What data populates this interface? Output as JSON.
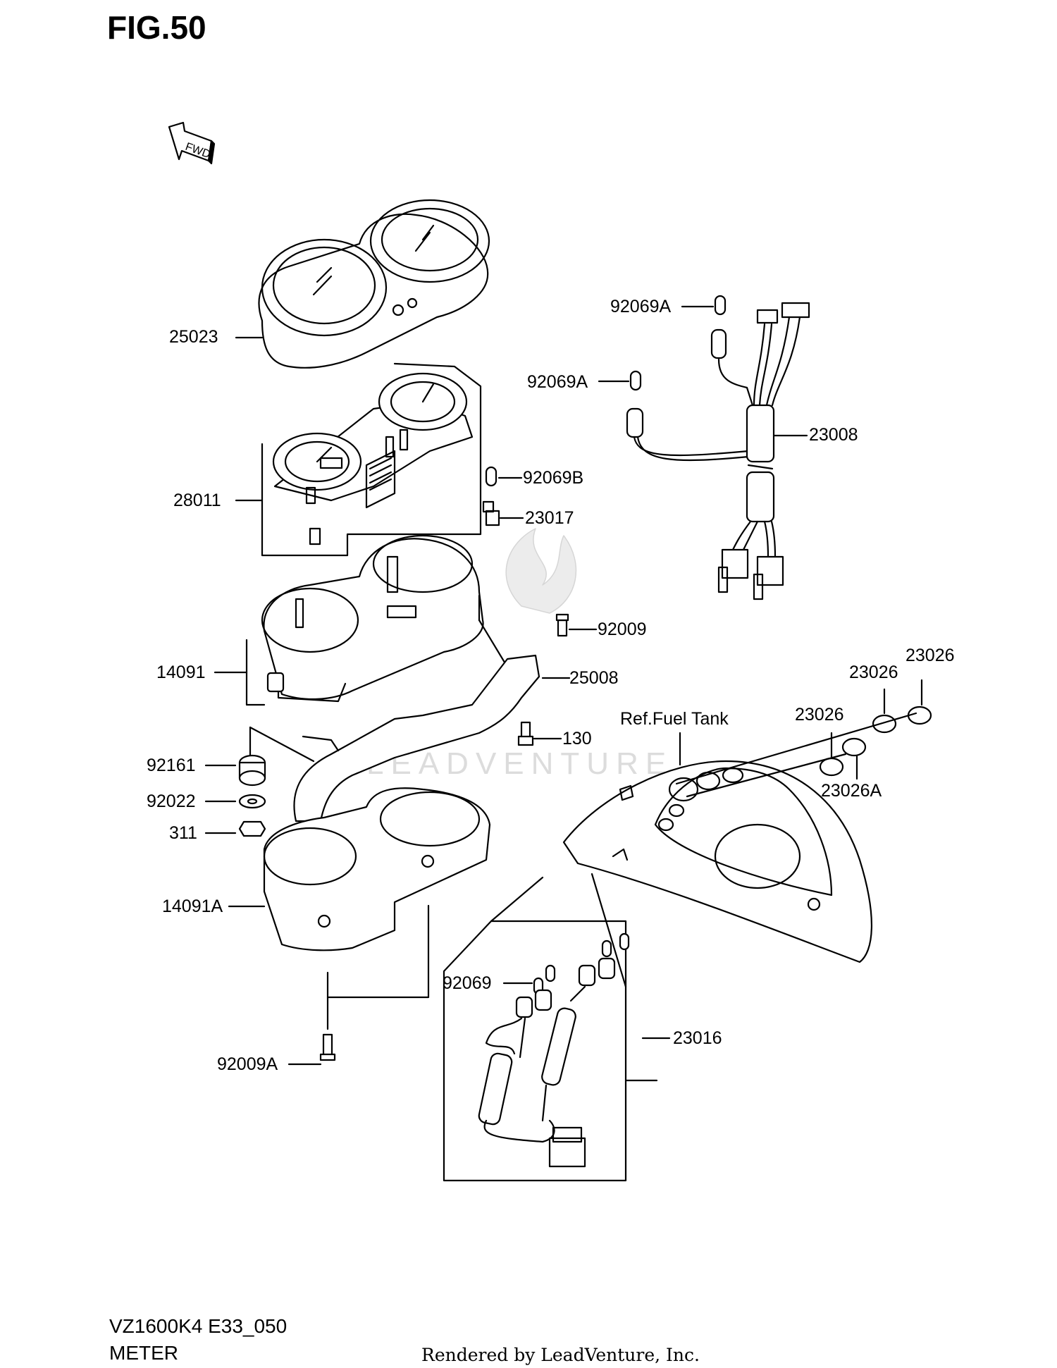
{
  "figure_title": "FIG.50",
  "direction_arrow": "FWD",
  "watermark": "LEADVENTURE",
  "reference_label": "Ref.Fuel Tank",
  "part_labels": {
    "p25023": "25023",
    "p28011": "28011",
    "p92069B": "92069B",
    "p23017": "23017",
    "p92069A_1": "92069A",
    "p92069A_2": "92069A",
    "p23008": "23008",
    "p92009": "92009",
    "p14091": "14091",
    "p25008": "25008",
    "p130": "130",
    "p92161": "92161",
    "p92022": "92022",
    "p311": "311",
    "p14091A": "14091A",
    "p23026_a": "23026",
    "p23026_b": "23026",
    "p23026_c": "23026",
    "p23026A": "23026A",
    "p92069": "92069",
    "p23016": "23016",
    "p92009A": "92009A"
  },
  "footer": {
    "model_code": "VZ1600K4 E33_050",
    "section_name": "METER",
    "credit": "Rendered by LeadVenture, Inc."
  }
}
